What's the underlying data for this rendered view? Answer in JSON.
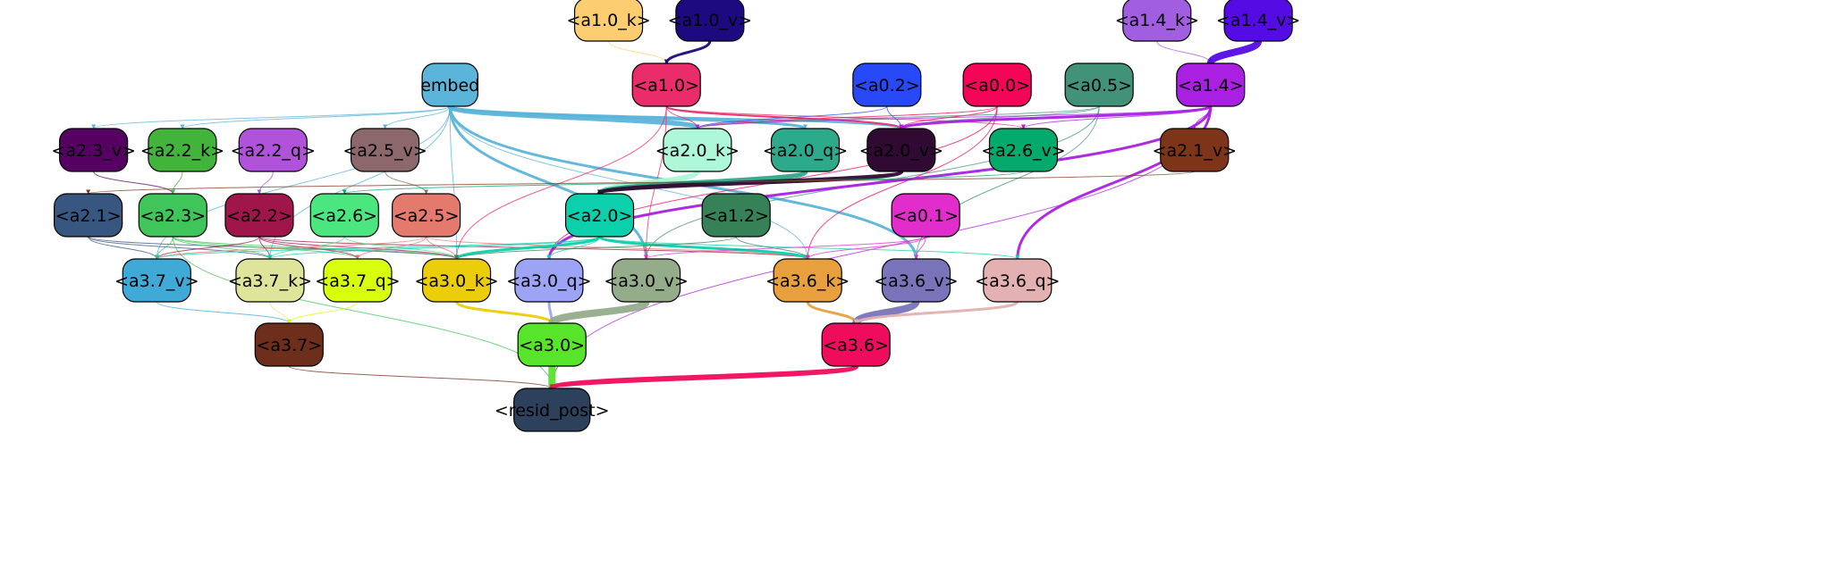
{
  "nodes": [
    {
      "id": "a1_0_k",
      "label": "<a1.0_k>",
      "color": "#fdcd71",
      "text": "#000000"
    },
    {
      "id": "a1_0_v",
      "label": "<a1.0_v>",
      "color": "#1d0a80",
      "text": "#000000"
    },
    {
      "id": "a1_4_k",
      "label": "<a1.4_k>",
      "color": "#a15ee0",
      "text": "#000000"
    },
    {
      "id": "a1_4_v",
      "label": "<a1.4_v>",
      "color": "#550ce4",
      "text": "#000000"
    },
    {
      "id": "embed",
      "label": "embed",
      "color": "#5bb4d9",
      "text": "#000000"
    },
    {
      "id": "a1_0",
      "label": "<a1.0>",
      "color": "#eb2c6a",
      "text": "#000000"
    },
    {
      "id": "a0_2",
      "label": "<a0.2>",
      "color": "#2749f8",
      "text": "#000000"
    },
    {
      "id": "a0_0",
      "label": "<a0.0>",
      "color": "#f50558",
      "text": "#000000"
    },
    {
      "id": "a0_5",
      "label": "<a0.5>",
      "color": "#419279",
      "text": "#000000"
    },
    {
      "id": "a1_4",
      "label": "<a1.4>",
      "color": "#aa20e3",
      "text": "#000000"
    },
    {
      "id": "a2_3_v",
      "label": "<a2.3_v>",
      "color": "#560064",
      "text": "#000000"
    },
    {
      "id": "a2_2_k",
      "label": "<a2.2_k>",
      "color": "#42b43c",
      "text": "#000000"
    },
    {
      "id": "a2_2_q",
      "label": "<a2.2_q>",
      "color": "#b152da",
      "text": "#000000"
    },
    {
      "id": "a2_5_v",
      "label": "<a2.5_v>",
      "color": "#8c686d",
      "text": "#000000"
    },
    {
      "id": "a2_0_k",
      "label": "<a2.0_k>",
      "color": "#aef7d9",
      "text": "#000000"
    },
    {
      "id": "a2_0_q",
      "label": "<a2.0_q>",
      "color": "#2da98c",
      "text": "#000000"
    },
    {
      "id": "a2_0_v",
      "label": "<a2.0_v>",
      "color": "#300a33",
      "text": "#000000"
    },
    {
      "id": "a2_6_v",
      "label": "<a2.6_v>",
      "color": "#04aa6c",
      "text": "#000000"
    },
    {
      "id": "a2_1_v",
      "label": "<a2.1_v>",
      "color": "#7d3418",
      "text": "#000000"
    },
    {
      "id": "a2_1",
      "label": "<a2.1>",
      "color": "#375781",
      "text": "#000000"
    },
    {
      "id": "a2_3",
      "label": "<a2.3>",
      "color": "#40c55a",
      "text": "#000000"
    },
    {
      "id": "a2_2",
      "label": "<a2.2>",
      "color": "#a1164a",
      "text": "#000000"
    },
    {
      "id": "a2_6",
      "label": "<a2.6>",
      "color": "#4ce681",
      "text": "#000000"
    },
    {
      "id": "a2_5",
      "label": "<a2.5>",
      "color": "#e4796d",
      "text": "#000000"
    },
    {
      "id": "a2_0",
      "label": "<a2.0>",
      "color": "#0ccfac",
      "text": "#000000"
    },
    {
      "id": "a1_2",
      "label": "<a1.2>",
      "color": "#378158",
      "text": "#000000"
    },
    {
      "id": "a0_1",
      "label": "<a0.1>",
      "color": "#e12dcc",
      "text": "#000000"
    },
    {
      "id": "a3_7_v",
      "label": "<a3.7_v>",
      "color": "#3faad6",
      "text": "#000000"
    },
    {
      "id": "a3_7_k",
      "label": "<a3.7_k>",
      "color": "#dee49a",
      "text": "#000000"
    },
    {
      "id": "a3_7_q",
      "label": "<a3.7_q>",
      "color": "#d8fe0d",
      "text": "#000000"
    },
    {
      "id": "a3_0_k",
      "label": "<a3.0_k>",
      "color": "#eccd0a",
      "text": "#000000"
    },
    {
      "id": "a3_0_q",
      "label": "<a3.0_q>",
      "color": "#9da3f5",
      "text": "#000000"
    },
    {
      "id": "a3_0_v",
      "label": "<a3.0_v>",
      "color": "#95ac8b",
      "text": "#000000"
    },
    {
      "id": "a3_6_k",
      "label": "<a3.6_k>",
      "color": "#e8a03f",
      "text": "#000000"
    },
    {
      "id": "a3_6_v",
      "label": "<a3.6_v>",
      "color": "#7974b9",
      "text": "#000000"
    },
    {
      "id": "a3_6_q",
      "label": "<a3.6_q>",
      "color": "#e3b1b1",
      "text": "#000000"
    },
    {
      "id": "a3_7",
      "label": "<a3.7>",
      "color": "#6d2f1c",
      "text": "#000000"
    },
    {
      "id": "a3_0",
      "label": "<a3.0>",
      "color": "#57e42b",
      "text": "#000000"
    },
    {
      "id": "a3_6",
      "label": "<a3.6>",
      "color": "#ef0c5c",
      "text": "#000000"
    },
    {
      "id": "resid_post",
      "label": "<resid_post>",
      "color": "#2d405c",
      "text": "#000000"
    }
  ]
}
